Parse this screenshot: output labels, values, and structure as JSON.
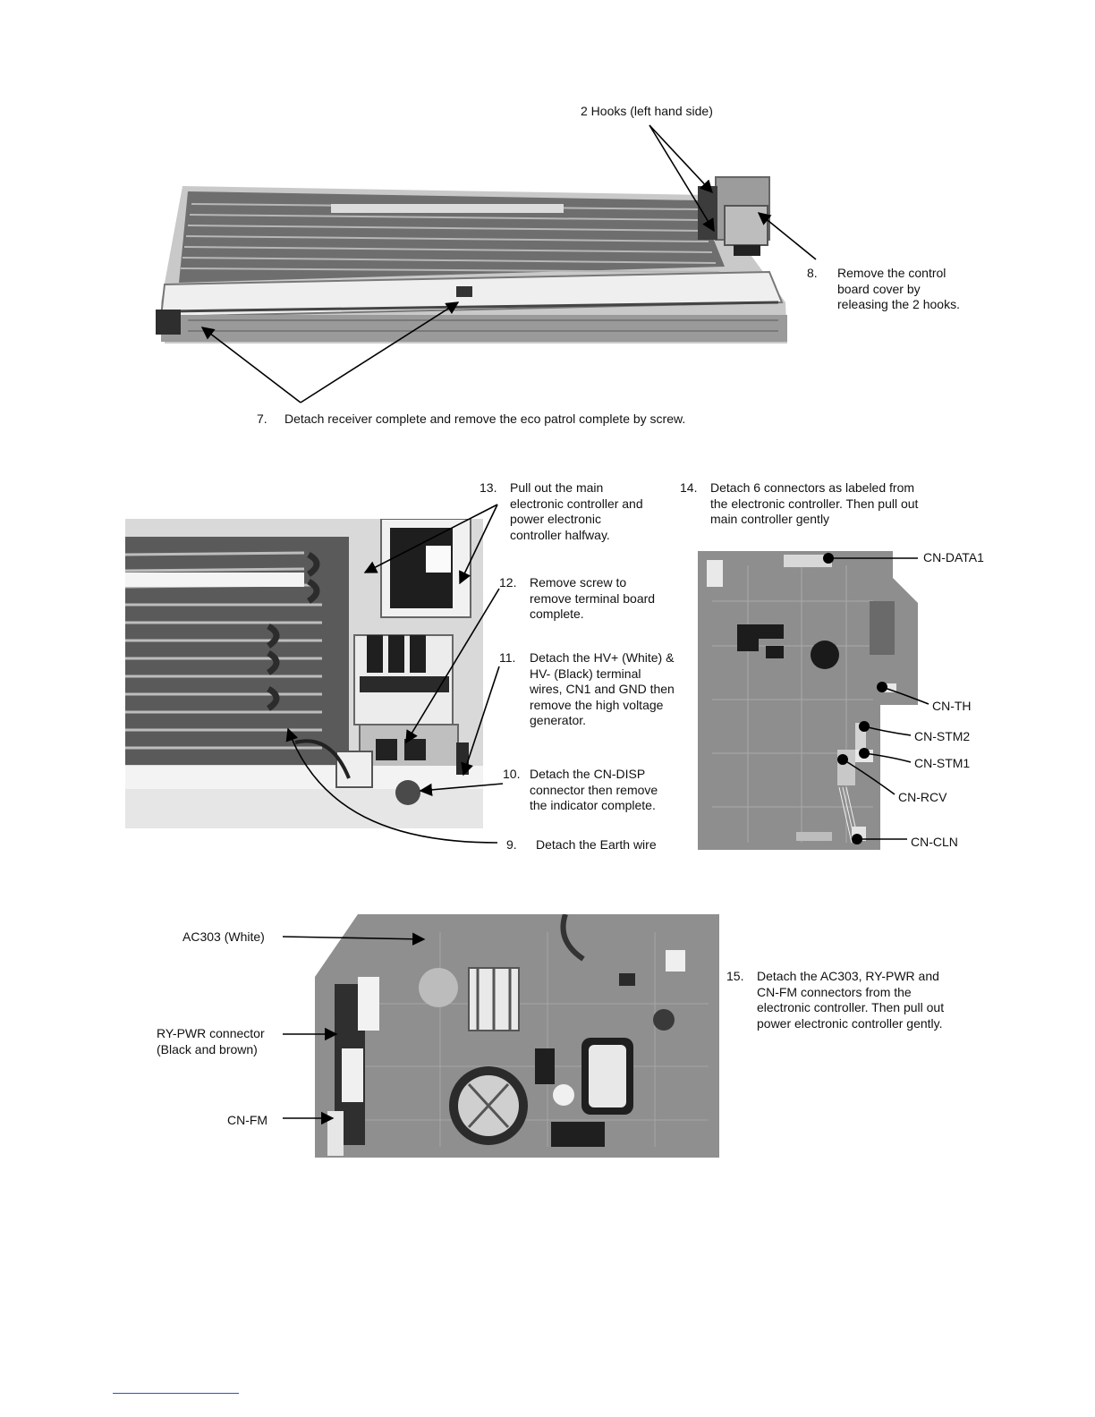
{
  "top": {
    "hooks_label": "2 Hooks (left hand side)",
    "step8": {
      "number": "8.",
      "text": "Remove the control\nboard cover by\nreleasing the 2 hooks."
    },
    "step7": {
      "number": "7.",
      "text": "Detach receiver complete and remove the eco patrol complete by screw."
    }
  },
  "middle": {
    "step13": {
      "number": "13.",
      "text": "Pull out the main\nelectronic controller and\npower electronic\ncontroller halfway."
    },
    "step14": {
      "number": "14.",
      "text": "Detach 6 connectors as labeled from\nthe electronic controller. Then pull out\nmain controller gently"
    },
    "step12": {
      "number": "12.",
      "text": "Remove screw to\nremove terminal board\ncomplete."
    },
    "step11": {
      "number": "11.",
      "text": "Detach the HV+ (White) &\nHV- (Black) terminal\nwires, CN1 and GND then\nremove the high voltage\ngenerator."
    },
    "step10": {
      "number": "10.",
      "text": "Detach the CN-DISP\nconnector then remove\nthe indicator complete."
    },
    "step9": {
      "number": "9.",
      "text": "Detach the Earth wire"
    },
    "connectors": [
      "CN-DATA1",
      "CN-TH",
      "CN-STM2",
      "CN-STM1",
      "CN-RCV",
      "CN-CLN"
    ]
  },
  "bottom": {
    "labels": [
      "AC303 (White)",
      "RY-PWR connector\n(Black and brown)",
      "CN-FM"
    ],
    "step15": {
      "number": "15.",
      "text": "Detach the AC303, RY-PWR and\nCN-FM connectors from the\nelectronic controller. Then pull out\npower electronic controller gently."
    }
  },
  "colors": {
    "text": "#111111",
    "photo_dark": "#3a3a3a",
    "photo_mid": "#8a8a8a",
    "photo_light": "#d6d6d6",
    "footer_rule": "#2a50d0"
  }
}
